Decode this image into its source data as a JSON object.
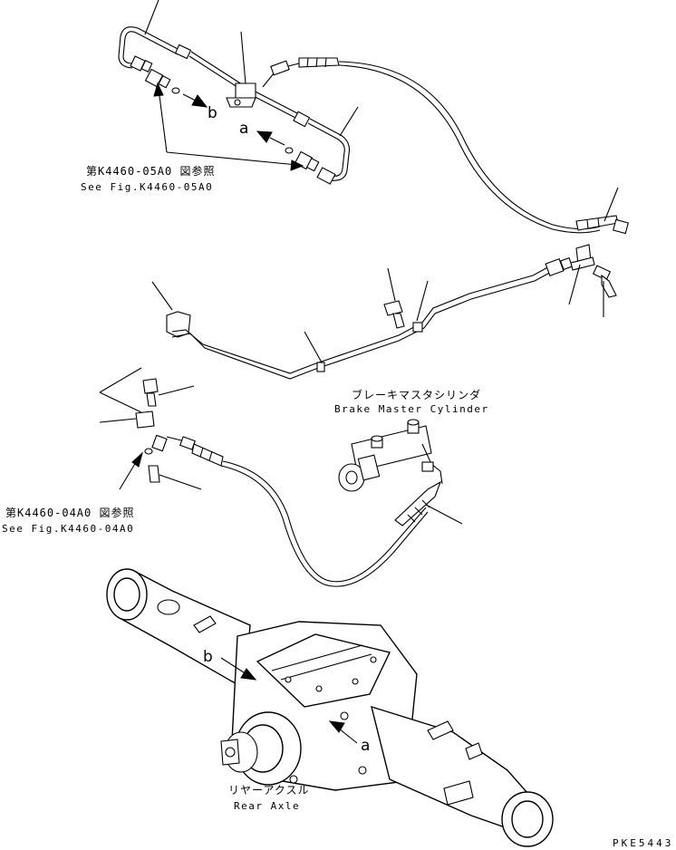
{
  "labels": {
    "marker_b_top": "b",
    "marker_a_top": "a",
    "ref_top_jp": "第K4460-05A0 図参照",
    "ref_top_en": "See Fig.K4460-05A0",
    "brake_jp": "ブレーキマスタシリンダ",
    "brake_en": "Brake Master Cylinder",
    "ref_mid_jp": "第K4460-04A0 図参照",
    "ref_mid_en": "See Fig.K4460-04A0",
    "marker_b_axle": "b",
    "marker_a_axle": "a",
    "axle_jp": "リヤーアクスル",
    "axle_en": "Rear Axle",
    "drawing_code": "PKE5443"
  }
}
